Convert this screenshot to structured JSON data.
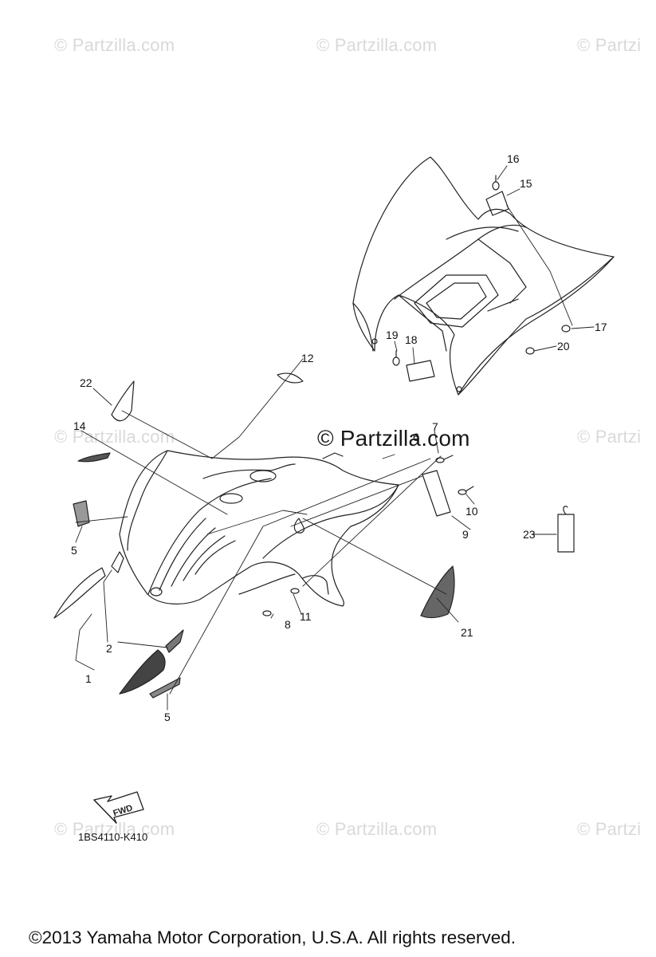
{
  "watermark": "© Partzilla.com",
  "watermark_partial": "© Partzi",
  "part_code": "1BS4110-K410",
  "fwd_label": "FWD",
  "copyright": "©2013  Yamaha Motor Corporation, U.S.A. All rights reserved.",
  "callouts": [
    "1",
    "2",
    "5",
    "5",
    "7",
    "8",
    "9",
    "10",
    "11",
    "12",
    "14",
    "15",
    "16",
    "17",
    "18",
    "19",
    "20",
    "21",
    "22",
    "23",
    "6"
  ]
}
